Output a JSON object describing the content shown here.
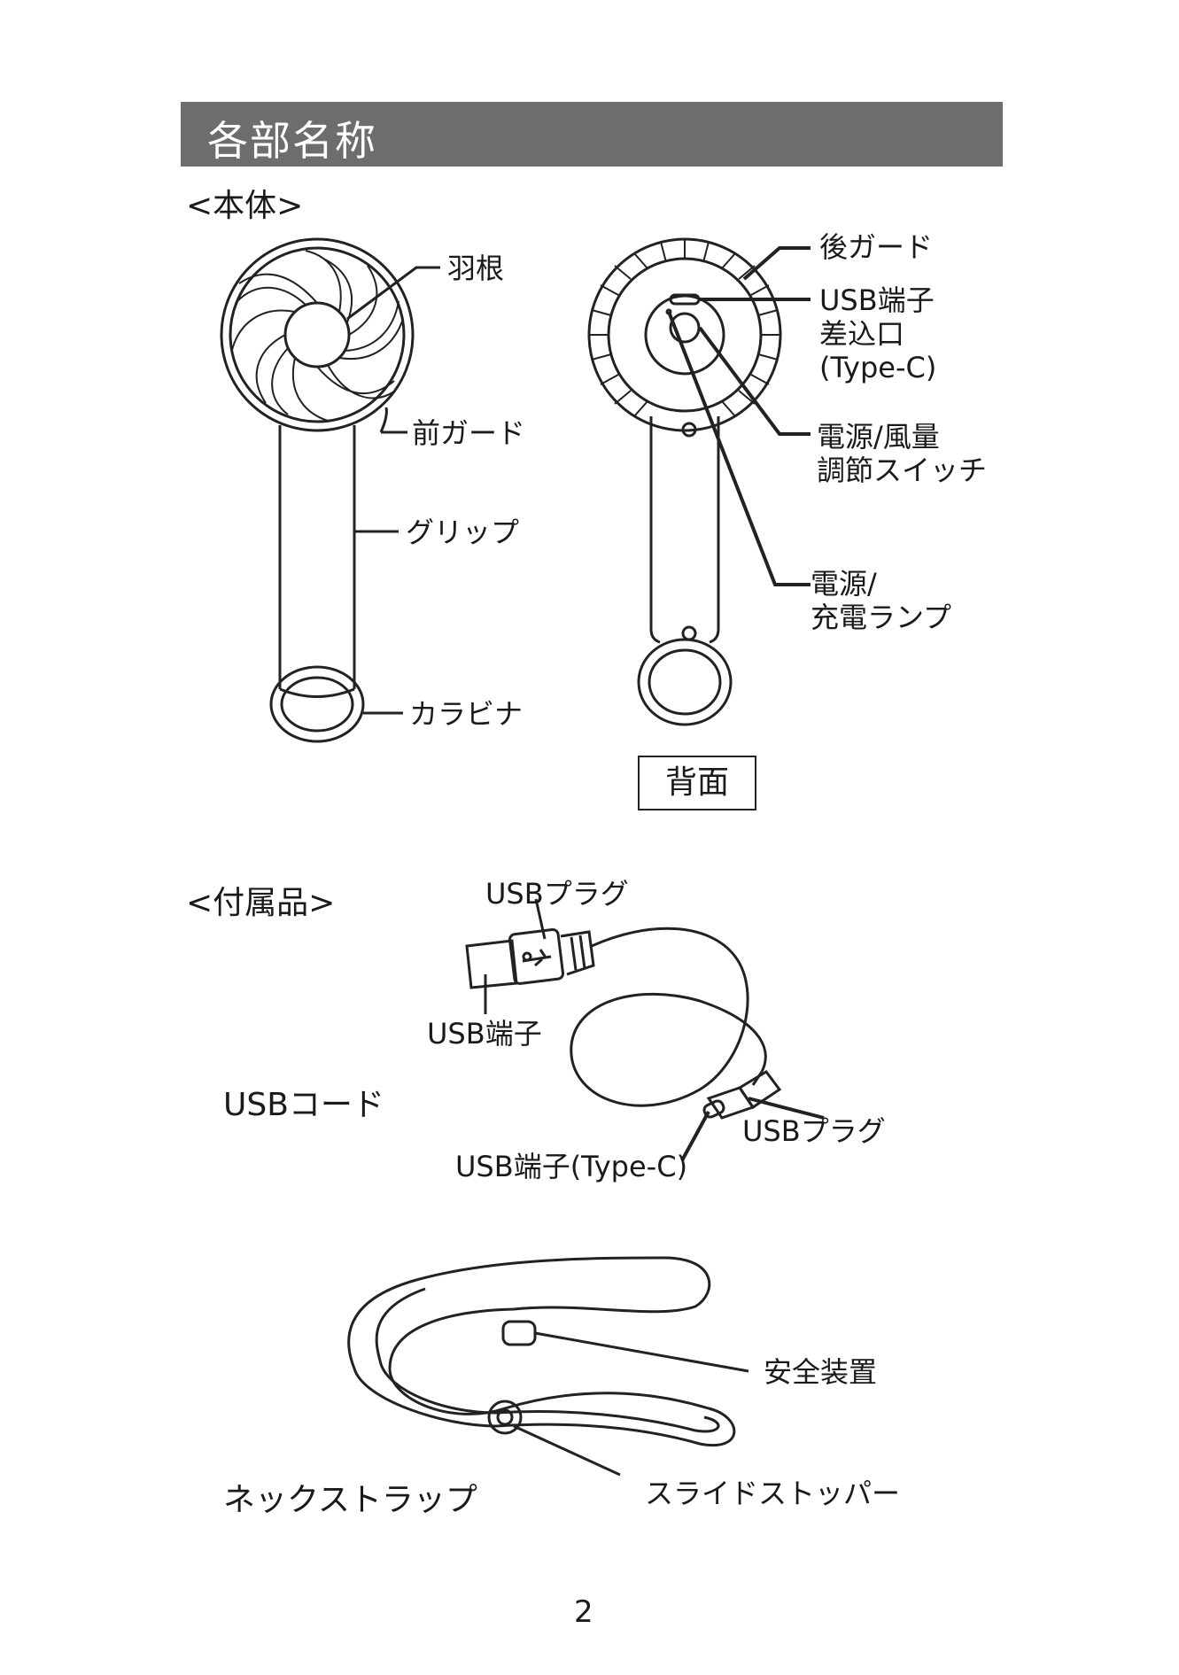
{
  "header": {
    "title": "各部名称"
  },
  "body_section": {
    "heading": "<本体>",
    "front_labels": {
      "blade": "羽根",
      "front_guard": "前ガード",
      "grip": "グリップ",
      "carabiner": "カラビナ"
    },
    "back_labels": {
      "rear_guard": "後ガード",
      "usb_port_line1": "USB端子",
      "usb_port_line2": "差込口",
      "usb_port_line3": "(Type-C)",
      "switch_line1": "電源/風量",
      "switch_line2": "調節スイッチ",
      "lamp_line1": "電源/",
      "lamp_line2": "充電ランプ"
    },
    "back_caption": "背面"
  },
  "accessories": {
    "heading": "<付属品>",
    "usb_cord": {
      "name": "USBコード",
      "usb_plug_top": "USBプラグ",
      "usb_terminal": "USB端子",
      "usb_plug_bottom": "USBプラグ",
      "usb_terminal_typec": "USB端子(Type-C)"
    },
    "neck_strap": {
      "name": "ネックストラップ",
      "safety": "安全装置",
      "slide_stopper": "スライドストッパー"
    }
  },
  "footer": {
    "page_number": "2"
  }
}
